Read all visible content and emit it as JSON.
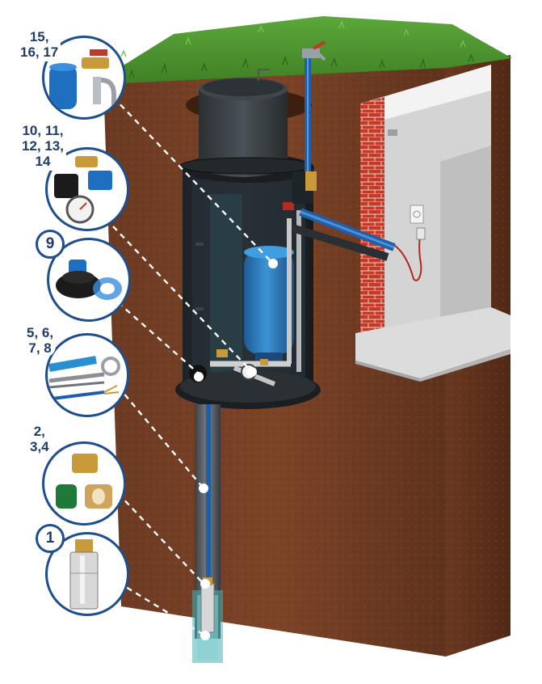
{
  "labels": {
    "c1": "15,\n16, 17",
    "c2": "10, 11,\n12, 13,\n14",
    "c3": "9",
    "c4": "5, 6,\n7, 8",
    "c5": "2,\n3,4",
    "c6": "1"
  },
  "colors": {
    "accent": "#1f4e8c",
    "grass": "#4f9a2f",
    "soil": "#7a3c22",
    "brick": "#c0392b",
    "tank": "#2f7fc1"
  }
}
